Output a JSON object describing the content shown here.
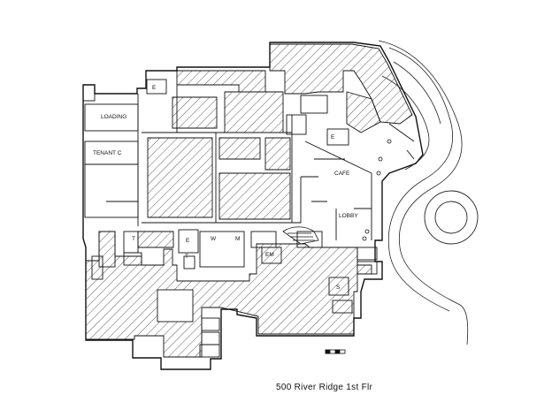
{
  "title": "500 River Ridge 1st Flr",
  "labels": {
    "loading": "LOADING",
    "tenant_c": "TENANT C",
    "cafe": "CAFE",
    "lobby": "LOBBY",
    "em": "EM",
    "s": "S",
    "e": "E",
    "t": "T",
    "w": "W",
    "m": "M"
  },
  "colors": {
    "line": "#111111",
    "background": "#ffffff"
  },
  "icons": [
    "scale-bar-icon",
    "north-circle-icon"
  ]
}
